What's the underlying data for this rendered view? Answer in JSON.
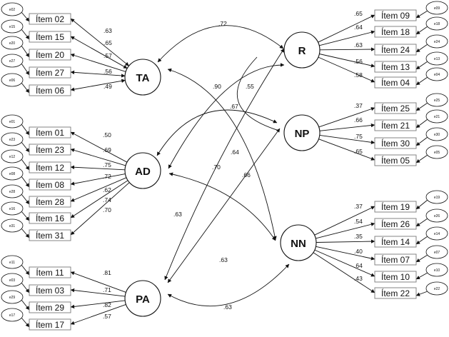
{
  "latents": [
    {
      "id": "TA",
      "label": "TA"
    },
    {
      "id": "AD",
      "label": "AD"
    },
    {
      "id": "PA",
      "label": "PA"
    },
    {
      "id": "R",
      "label": "R"
    },
    {
      "id": "NP",
      "label": "NP"
    },
    {
      "id": "NN",
      "label": "NN"
    }
  ],
  "indicators": [
    {
      "label": "Ítem 02",
      "error": "e02",
      "factor": "TA",
      "loading": ".63"
    },
    {
      "label": "Ítem 15",
      "error": "e15",
      "factor": "TA",
      "loading": ".65"
    },
    {
      "label": "Ítem 20",
      "error": "e20",
      "factor": "TA",
      "loading": ".57"
    },
    {
      "label": "Ítem 27",
      "error": "e27",
      "factor": "TA",
      "loading": ".56"
    },
    {
      "label": "Ítem 06",
      "error": "e06",
      "factor": "TA",
      "loading": ".49"
    },
    {
      "label": "Ítem 01",
      "error": "e01",
      "factor": "AD",
      "loading": ".50"
    },
    {
      "label": "Ítem 23",
      "error": "e23",
      "factor": "AD",
      "loading": ".69"
    },
    {
      "label": "Ítem 12",
      "error": "e12",
      "factor": "AD",
      "loading": ".75"
    },
    {
      "label": "Ítem 08",
      "error": "e08",
      "factor": "AD",
      "loading": ".72"
    },
    {
      "label": "Ítem 28",
      "error": "e28",
      "factor": "AD",
      "loading": ".62"
    },
    {
      "label": "Ítem 16",
      "error": "e16",
      "factor": "AD",
      "loading": ".74"
    },
    {
      "label": "Ítem 31",
      "error": "e31",
      "factor": "AD",
      "loading": ".70"
    },
    {
      "label": "Ítem 11",
      "error": "e11",
      "factor": "PA",
      "loading": ".81"
    },
    {
      "label": "Ítem 03",
      "error": "e03",
      "factor": "PA",
      "loading": ".71"
    },
    {
      "label": "Ítem 29",
      "error": "e29",
      "factor": "PA",
      "loading": ".82"
    },
    {
      "label": "Ítem 17",
      "error": "e17",
      "factor": "PA",
      "loading": ".57"
    },
    {
      "label": "Ítem 09",
      "error": "e09",
      "factor": "R",
      "loading": ".65"
    },
    {
      "label": "Ítem 18",
      "error": "e18",
      "factor": "R",
      "loading": ".64"
    },
    {
      "label": "Ítem 24",
      "error": "e24",
      "factor": "R",
      "loading": ".63"
    },
    {
      "label": "Ítem 13",
      "error": "e13",
      "factor": "R",
      "loading": ".56"
    },
    {
      "label": "Ítem 04",
      "error": "e04",
      "factor": "R",
      "loading": ".58"
    },
    {
      "label": "Ítem 25",
      "error": "e25",
      "factor": "NP",
      "loading": ".37"
    },
    {
      "label": "Ítem 21",
      "error": "e21",
      "factor": "NP",
      "loading": ".66"
    },
    {
      "label": "Ítem 30",
      "error": "e30",
      "factor": "NP",
      "loading": ".75"
    },
    {
      "label": "Ítem 05",
      "error": "e05",
      "factor": "NP",
      "loading": ".65"
    },
    {
      "label": "Ítem 19",
      "error": "e19",
      "factor": "NN",
      "loading": ".37"
    },
    {
      "label": "Ítem 26",
      "error": "e26",
      "factor": "NN",
      "loading": ".54"
    },
    {
      "label": "Ítem 14",
      "error": "e14",
      "factor": "NN",
      "loading": ".35"
    },
    {
      "label": "Ítem 07",
      "error": "e07",
      "factor": "NN",
      "loading": ".40"
    },
    {
      "label": "Ítem 10",
      "error": "e10",
      "factor": "NN",
      "loading": ".64"
    },
    {
      "label": "Ítem 22",
      "error": "e22",
      "factor": "NN",
      "loading": ".43"
    }
  ],
  "correlations": [
    {
      "from": "TA",
      "to": "R",
      "value": ".72"
    },
    {
      "from": "TA",
      "to": "NN",
      "value": ".90"
    },
    {
      "from": "AD",
      "to": "R",
      "value": ".55"
    },
    {
      "from": "AD",
      "to": "NP",
      "value": ".67"
    },
    {
      "from": "AD",
      "to": "NN",
      "value": ".64"
    },
    {
      "from": "PA",
      "to": "R",
      "value": ".70"
    },
    {
      "from": "PA",
      "to": "NP",
      "value": ".66"
    },
    {
      "from": "AD",
      "to": "PA",
      "value": ".63"
    },
    {
      "from": "TA",
      "to": "PA",
      "value": ".63"
    },
    {
      "from": "PA",
      "to": "NN",
      "value": ".63"
    }
  ]
}
